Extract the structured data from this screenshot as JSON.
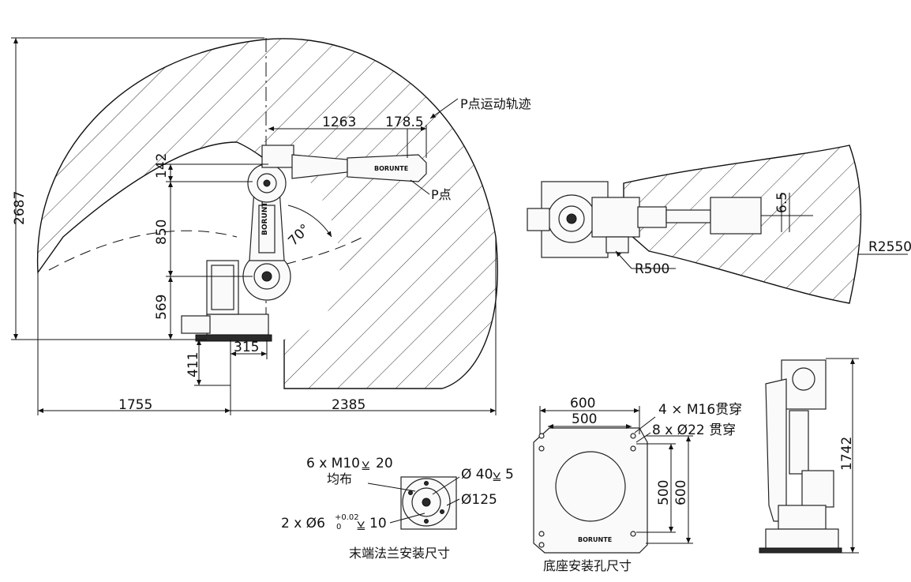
{
  "side_view": {
    "height_total": "2687",
    "reach_left": "1755",
    "reach_right": "2385",
    "arm_horizontal": "1263",
    "wrist_offset": "178.5",
    "wrist_height": "142",
    "upper_arm": "850",
    "shoulder_height": "569",
    "base_depth": "411",
    "base_offset": "315",
    "angle": "70°",
    "trajectory_label": "P点运动轨迹",
    "p_point_label": "P点",
    "brand": "BORUNTE"
  },
  "top_view": {
    "radius_min": "R500",
    "radius_max": "R2550",
    "offset": "6.5"
  },
  "flange": {
    "tapped": "6 x M10",
    "tapped_depth": "20",
    "uniform": "均布",
    "pin": "2 x Ø6",
    "pin_tol_upper": "+0.02",
    "pin_tol_lower": "0",
    "pin_depth": "10",
    "bore": "Ø 40",
    "bore_depth": "5",
    "pcd": "Ø125",
    "caption": "末端法兰安装尺寸"
  },
  "base_plate": {
    "outer": "600",
    "inner": "500",
    "outer_v": "600",
    "inner_v": "500",
    "bolts": "4 × M16贯穿",
    "holes": "8 x Ø22 贯穿",
    "caption": "底座安装孔尺寸",
    "brand": "BORUNTE"
  },
  "front_view": {
    "height": "1742"
  }
}
